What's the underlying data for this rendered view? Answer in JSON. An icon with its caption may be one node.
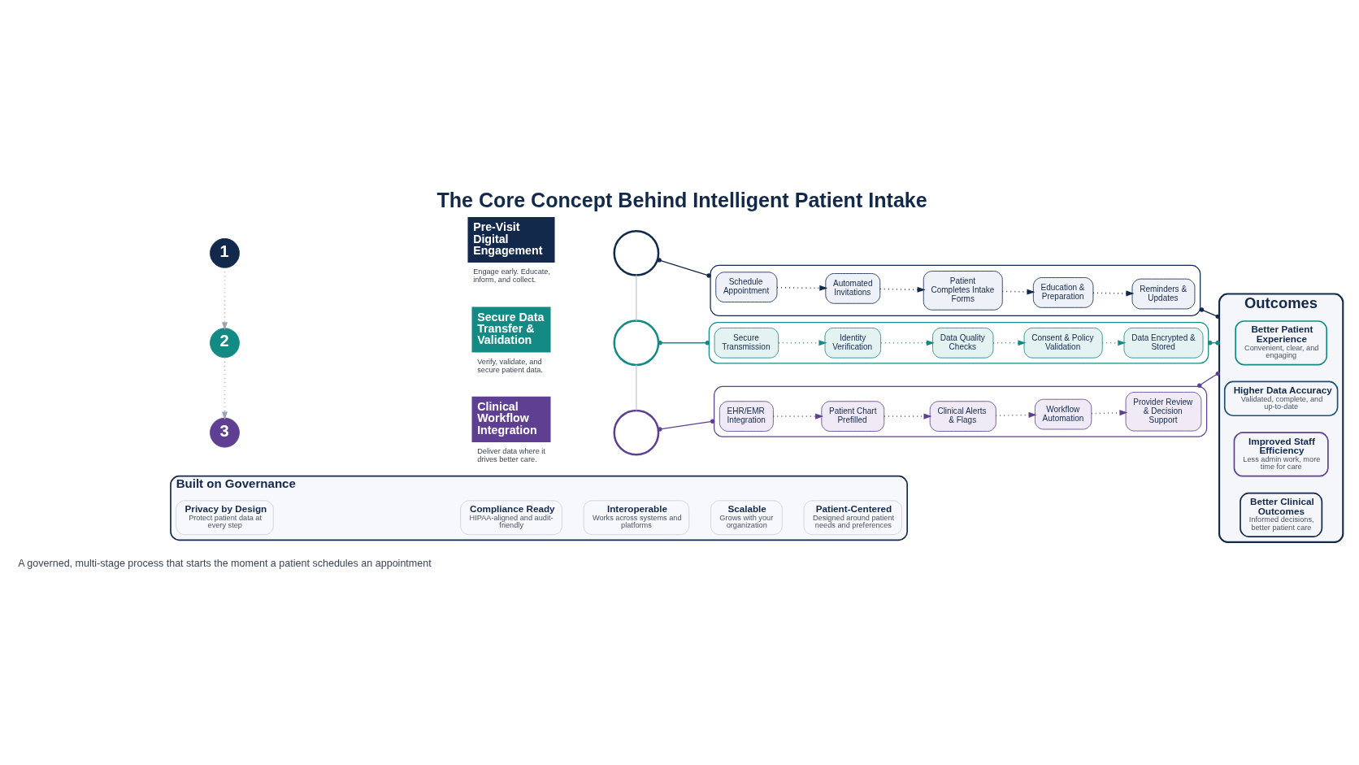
{
  "diagram": {
    "title": "The Core Concept Behind Intelligent Patient Intake",
    "nodes": [
      {
        "text": [
          "1"
        ]
      },
      {
        "text": [
          "Pre-Visit Digital Engagement"
        ],
        "beside": [
          "Engage early. Educate, inform, and collect."
        ]
      },
      {
        "text": [],
        "shape": "circle"
      },
      {
        "text": [],
        "shape": "box"
      },
      {
        "text": [
          "Schedule Appointment"
        ],
        "in": 3
      },
      {
        "text": [
          "Automated Invitations"
        ],
        "in": 3
      },
      {
        "text": [
          "Patient Completes Intake Forms"
        ],
        "in": 3
      },
      {
        "text": [
          "Education & Preparation"
        ],
        "in": 3
      },
      {
        "text": [
          "Reminders & Updates"
        ],
        "in": 3
      },
      {
        "text": [
          "2"
        ]
      },
      {
        "text": [
          "Secure Data Transfer & Validation"
        ],
        "beside": [
          "Verify, validate, and secure patient data."
        ]
      },
      {
        "text": [],
        "shape": "circle"
      },
      {
        "text": [],
        "shape": "box"
      },
      {
        "text": [
          "Secure Transmission"
        ],
        "in": 12
      },
      {
        "text": [
          "Identity Verification"
        ],
        "in": 12
      },
      {
        "text": [
          "Data Quality Checks"
        ],
        "in": 12
      },
      {
        "text": [
          "Consent & Policy Validation"
        ],
        "in": 12
      },
      {
        "text": [
          "Data Encrypted & Stored"
        ],
        "in": 12
      },
      {
        "text": [
          "3"
        ]
      },
      {
        "text": [
          "Clinical Workflow Integration"
        ],
        "beside": [
          "Deliver data where it drives better care."
        ]
      },
      {
        "text": [],
        "shape": "circle"
      },
      {
        "text": [],
        "shape": "box"
      },
      {
        "text": [
          "EHR/EMR Integration"
        ],
        "in": 21
      },
      {
        "text": [
          "Patient Chart Prefilled"
        ],
        "in": 21
      },
      {
        "text": [
          "Clinical Alerts & Flags"
        ],
        "in": 21
      },
      {
        "text": [
          "Workflow Automation"
        ],
        "in": 21
      },
      {
        "text": [
          "Provider Review & Decision Support"
        ],
        "in": 21
      },
      {
        "text": [
          "Outcomes"
        ]
      },
      {
        "text": [
          "Better Patient Experience",
          "Convenient, clear, and engaging"
        ],
        "in": 27
      },
      {
        "text": [
          "Higher Data Accuracy",
          "Validated, complete, and up-to-date"
        ],
        "in": 27
      },
      {
        "text": [
          "Improved Staff Efficiency",
          "Less admin work, more time for care"
        ],
        "in": 27
      },
      {
        "text": [
          "Better Clinical Outcomes",
          "Informed decisions, better patient care"
        ],
        "in": 27
      },
      {
        "text": [
          "Built on Governance"
        ]
      },
      {
        "text": [
          "Privacy by Design",
          "Protect patient data at every step"
        ],
        "in": 32
      },
      {
        "text": [
          "Compliance Ready",
          "HIPAA-aligned and audit-friendly"
        ],
        "in": 32
      },
      {
        "text": [
          "Interoperable",
          "Works across systems and platforms"
        ],
        "in": 32
      },
      {
        "text": [
          "Scalable",
          "Grows with your organization"
        ],
        "in": 32
      },
      {
        "text": [
          "Patient-Centered",
          "Designed around patient needs and preferences"
        ],
        "in": 32
      }
    ],
    "edges": [
      {
        "from": 0,
        "to": 9,
        "arrow": "to",
        "style": "dashed",
        "color": "#9aa3b2"
      },
      {
        "from": 9,
        "to": 18,
        "arrow": "to",
        "style": "dashed",
        "color": "#9aa3b2"
      },
      {
        "from": 2,
        "to": 11,
        "arrow": "none",
        "color": "#c5cad3"
      },
      {
        "from": 11,
        "to": 20,
        "arrow": "none",
        "color": "#c5cad3"
      },
      {
        "from": 2,
        "to": 3,
        "arrow": "other"
      },
      {
        "from": 4,
        "to": 5,
        "arrow": "to",
        "style": "dashed"
      },
      {
        "from": 5,
        "to": 6,
        "arrow": "to",
        "style": "dashed"
      },
      {
        "from": 6,
        "to": 7,
        "arrow": "to",
        "style": "dashed"
      },
      {
        "from": 7,
        "to": 8,
        "arrow": "to",
        "style": "dashed"
      },
      {
        "from": 11,
        "to": 12,
        "arrow": "other",
        "color": "#138a84"
      },
      {
        "from": 13,
        "to": 14,
        "arrow": "to",
        "style": "dashed",
        "color": "#138a84"
      },
      {
        "from": 14,
        "to": 15,
        "arrow": "to",
        "style": "dashed",
        "color": "#138a84"
      },
      {
        "from": 15,
        "to": 16,
        "arrow": "to",
        "style": "dashed",
        "color": "#138a84"
      },
      {
        "from": 16,
        "to": 17,
        "arrow": "to",
        "style": "dashed",
        "color": "#138a84"
      },
      {
        "from": 20,
        "to": 21,
        "arrow": "other",
        "color": "#5e3f92"
      },
      {
        "from": 22,
        "to": 23,
        "arrow": "to",
        "style": "dashed",
        "color": "#5e3f92"
      },
      {
        "from": 23,
        "to": 24,
        "arrow": "to",
        "style": "dashed",
        "color": "#5e3f92"
      },
      {
        "from": 24,
        "to": 25,
        "arrow": "to",
        "style": "dashed",
        "color": "#5e3f92"
      },
      {
        "from": 25,
        "to": 26,
        "arrow": "to",
        "style": "dashed",
        "color": "#5e3f92"
      },
      {
        "from": 3,
        "to": 27,
        "arrow": "other"
      },
      {
        "from": 12,
        "to": 27,
        "arrow": "other",
        "color": "#138a84"
      },
      {
        "from": 21,
        "to": 27,
        "arrow": "other",
        "color": "#5e3f92"
      }
    ],
    "labels": [
      "A governed, multi-stage process that starts the moment a patient schedules an appointment"
    ]
  }
}
